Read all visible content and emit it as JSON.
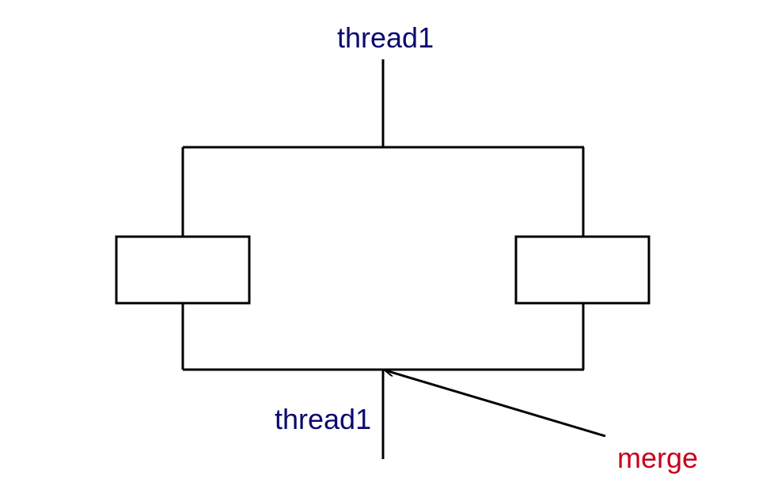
{
  "labels": {
    "thread_top": "thread1",
    "thread_bottom": "thread1",
    "merge": "merge"
  },
  "colors": {
    "thread_label": "#0a0a6e",
    "merge_label": "#c8001e",
    "lines": "#000000",
    "background": "#ffffff"
  }
}
